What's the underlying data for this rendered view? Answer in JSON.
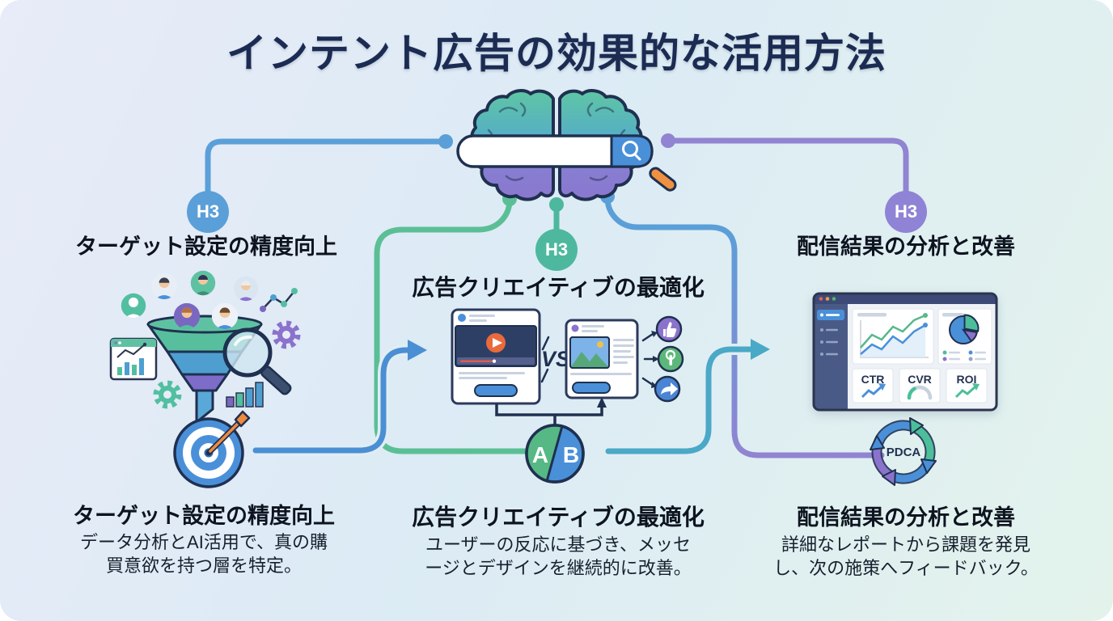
{
  "title": "インテント広告の効果的な活用方法",
  "sections": {
    "targeting": {
      "badge": "H3",
      "heading": "ターゲット設定の精度向上",
      "bottom_heading": "ターゲット設定の精度向上",
      "desc_line1": "データ分析とAI活用で、真の購",
      "desc_line2": "買意欲を持つ層を特定。"
    },
    "creative": {
      "badge": "H3",
      "heading": "広告クリエイティブの最適化",
      "bottom_heading": "広告クリエイティブの最適化",
      "desc_line1": "ユーザーの反応に基づき、メッセ",
      "desc_line2": "ージとデザインを継続的に改善。"
    },
    "analysis": {
      "badge": "H3",
      "heading": "配信結果の分析と改善",
      "bottom_heading": "配信結果の分析と改善",
      "desc_line1": "詳細なレポートから課題を発見",
      "desc_line2": "し、次の施策へフィードバック。"
    }
  },
  "ab_test": {
    "vs": "VS",
    "a": "A",
    "b": "B"
  },
  "dashboard": {
    "metrics": [
      "CTR",
      "CVR",
      "ROI"
    ]
  },
  "pdca": {
    "label": "PDCA"
  },
  "icons": [
    "brain-icon",
    "search-icon",
    "target-icon",
    "funnel-icon",
    "magnifier-icon",
    "play-icon",
    "thumbs-up-icon",
    "click-icon",
    "share-icon",
    "pdca-cycle-icon",
    "gear-icon",
    "bar-chart-icon",
    "line-chart-icon",
    "pie-chart-icon"
  ],
  "colors": {
    "accent_blue": "#5b9fd8",
    "accent_teal": "#4db89e",
    "accent_green": "#5bbf96",
    "accent_purple": "#9184d2",
    "arrow_blue": "#4a8fd3",
    "arrow_teal": "#49a9c6",
    "outline_navy": "#1f3050",
    "title_navy": "#1c2b52"
  }
}
